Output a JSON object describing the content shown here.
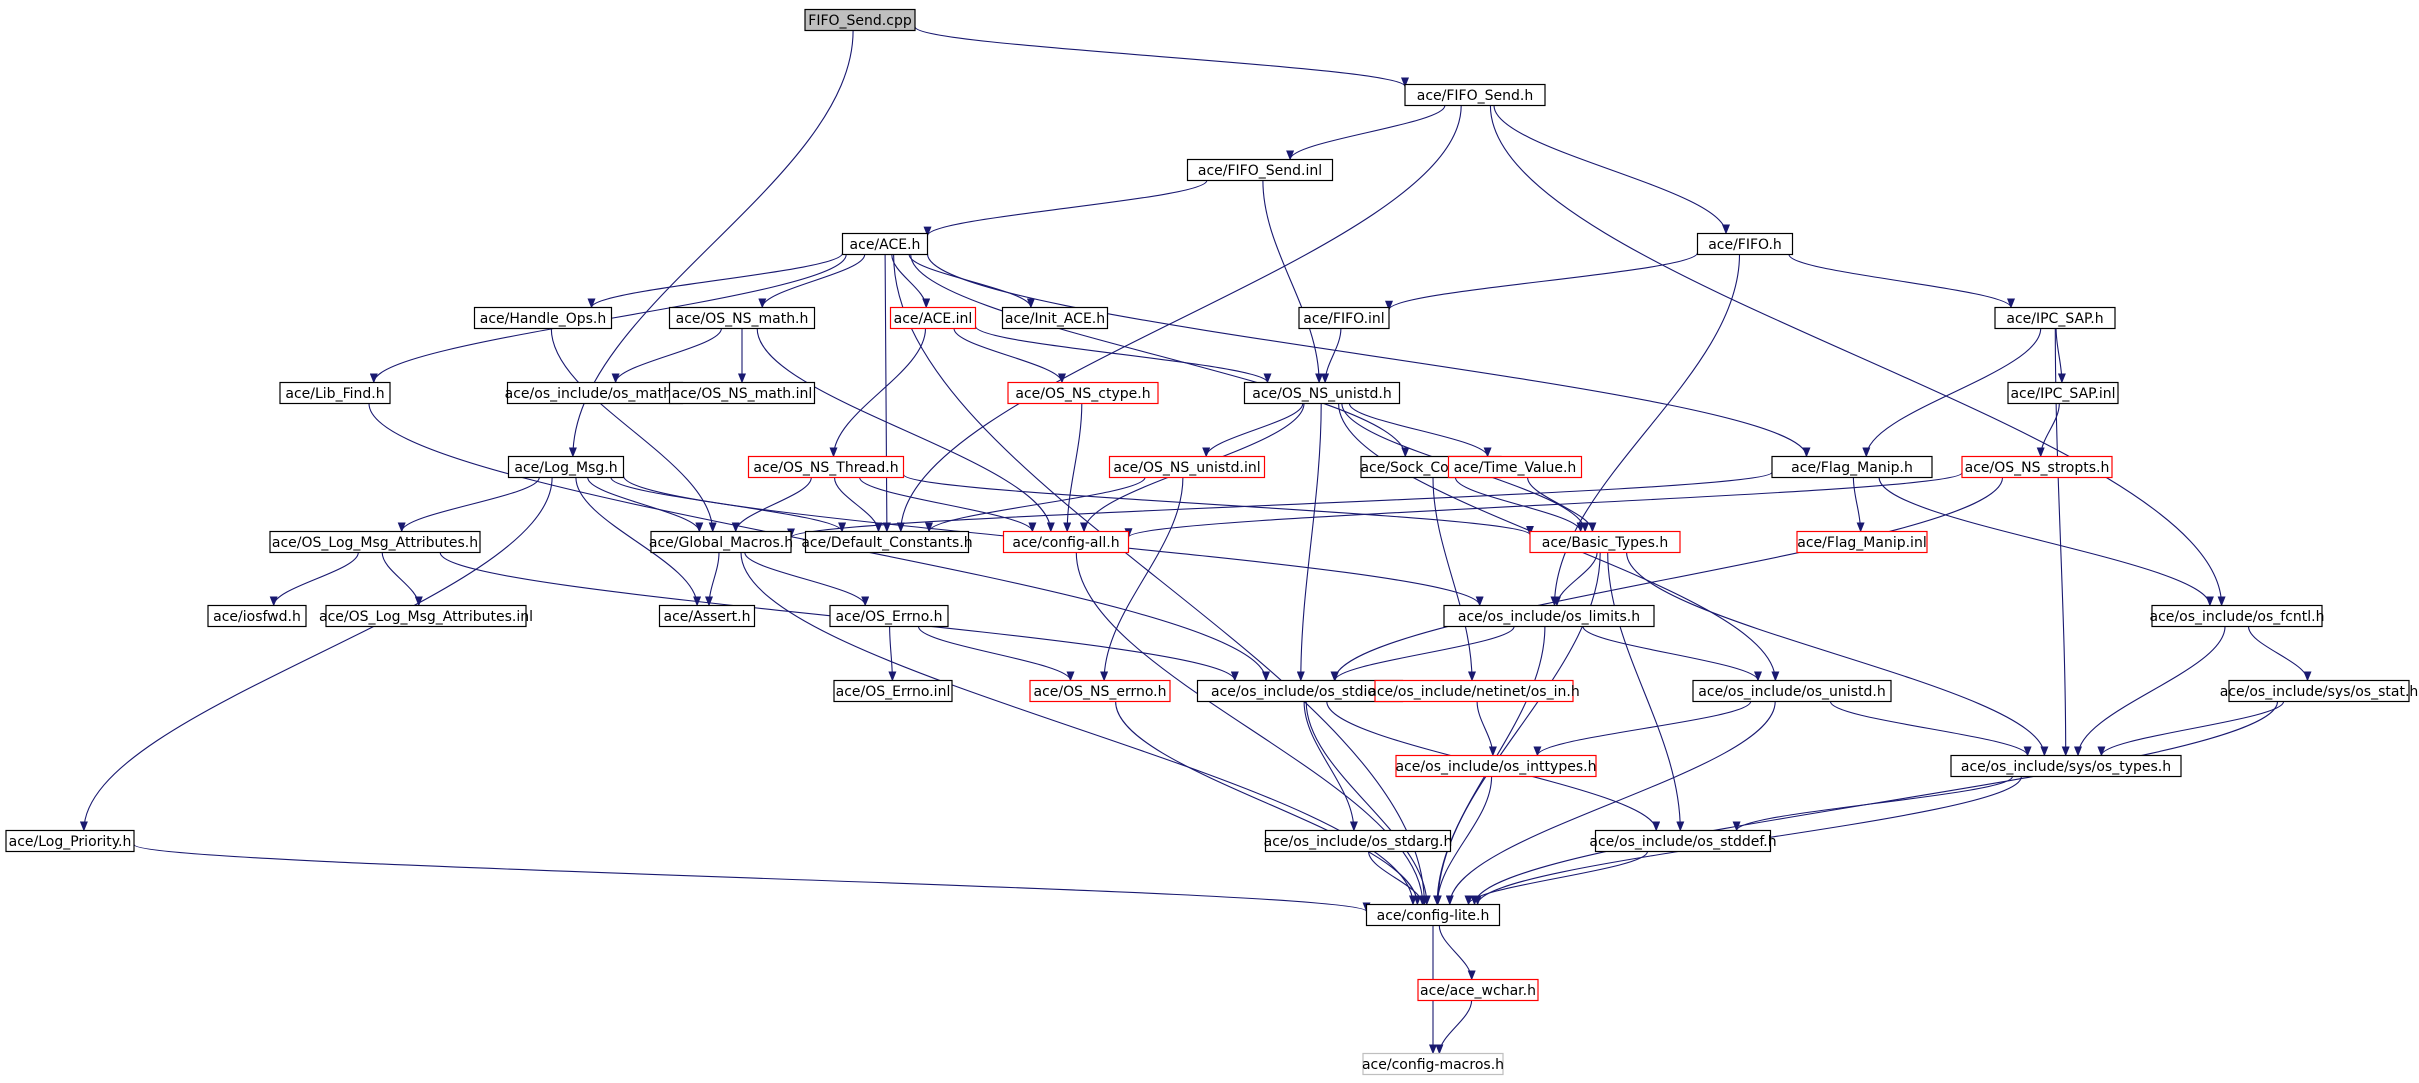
{
  "colors": {
    "edge": "#191970",
    "normal_border": "#000000",
    "incomplete_border": "#ff0000",
    "external_border": "#bfbfbf",
    "root_fill": "#bfbfbf",
    "text": "#000000"
  },
  "nodes": [
    {
      "id": "n1",
      "label": "FIFO_Send.cpp",
      "kind": "root"
    },
    {
      "id": "n2",
      "label": "ace/FIFO_Send.h",
      "kind": "normal"
    },
    {
      "id": "n3",
      "label": "ace/FIFO_Send.inl",
      "kind": "normal"
    },
    {
      "id": "n4",
      "label": "ace/ACE.h",
      "kind": "normal"
    },
    {
      "id": "n5",
      "label": "ace/FIFO.h",
      "kind": "normal"
    },
    {
      "id": "n6",
      "label": "ace/Handle_Ops.h",
      "kind": "normal"
    },
    {
      "id": "n7",
      "label": "ace/OS_NS_math.h",
      "kind": "normal"
    },
    {
      "id": "n8",
      "label": "ace/ACE.inl",
      "kind": "incomplete"
    },
    {
      "id": "n9",
      "label": "ace/Init_ACE.h",
      "kind": "normal"
    },
    {
      "id": "n10",
      "label": "ace/FIFO.inl",
      "kind": "normal"
    },
    {
      "id": "n11",
      "label": "ace/IPC_SAP.h",
      "kind": "normal"
    },
    {
      "id": "n12",
      "label": "ace/Lib_Find.h",
      "kind": "normal"
    },
    {
      "id": "n13",
      "label": "ace/os_include/os_math.h",
      "kind": "normal"
    },
    {
      "id": "n14",
      "label": "ace/OS_NS_math.inl",
      "kind": "normal"
    },
    {
      "id": "n15",
      "label": "ace/OS_NS_ctype.h",
      "kind": "incomplete"
    },
    {
      "id": "n16",
      "label": "ace/OS_NS_unistd.h",
      "kind": "normal"
    },
    {
      "id": "n17",
      "label": "ace/IPC_SAP.inl",
      "kind": "normal"
    },
    {
      "id": "n18",
      "label": "ace/Log_Msg.h",
      "kind": "normal"
    },
    {
      "id": "n19",
      "label": "ace/OS_NS_Thread.h",
      "kind": "incomplete"
    },
    {
      "id": "n20",
      "label": "ace/OS_NS_unistd.inl",
      "kind": "incomplete"
    },
    {
      "id": "n21",
      "label": "ace/Sock_Connect.h",
      "kind": "normal"
    },
    {
      "id": "n22",
      "label": "ace/Time_Value.h",
      "kind": "incomplete"
    },
    {
      "id": "n23",
      "label": "ace/Flag_Manip.h",
      "kind": "normal"
    },
    {
      "id": "n24",
      "label": "ace/OS_NS_stropts.h",
      "kind": "incomplete"
    },
    {
      "id": "n25",
      "label": "ace/OS_Log_Msg_Attributes.h",
      "kind": "normal"
    },
    {
      "id": "n26",
      "label": "ace/Global_Macros.h",
      "kind": "normal"
    },
    {
      "id": "n27",
      "label": "ace/Default_Constants.h",
      "kind": "normal"
    },
    {
      "id": "n28",
      "label": "ace/config-all.h",
      "kind": "incomplete"
    },
    {
      "id": "n29",
      "label": "ace/Basic_Types.h",
      "kind": "incomplete"
    },
    {
      "id": "n30",
      "label": "ace/Flag_Manip.inl",
      "kind": "incomplete"
    },
    {
      "id": "n31",
      "label": "ace/iosfwd.h",
      "kind": "normal"
    },
    {
      "id": "n32",
      "label": "ace/OS_Log_Msg_Attributes.inl",
      "kind": "normal"
    },
    {
      "id": "n33",
      "label": "ace/Assert.h",
      "kind": "normal"
    },
    {
      "id": "n34",
      "label": "ace/OS_Errno.h",
      "kind": "normal"
    },
    {
      "id": "n35",
      "label": "ace/os_include/os_limits.h",
      "kind": "normal"
    },
    {
      "id": "n36",
      "label": "ace/os_include/os_fcntl.h",
      "kind": "normal"
    },
    {
      "id": "n37",
      "label": "ace/OS_Errno.inl",
      "kind": "normal"
    },
    {
      "id": "n38",
      "label": "ace/OS_NS_errno.h",
      "kind": "incomplete"
    },
    {
      "id": "n39",
      "label": "ace/os_include/os_stdio.h",
      "kind": "normal"
    },
    {
      "id": "n40",
      "label": "ace/os_include/netinet/os_in.h",
      "kind": "incomplete"
    },
    {
      "id": "n41",
      "label": "ace/os_include/os_unistd.h",
      "kind": "normal"
    },
    {
      "id": "n42",
      "label": "ace/os_include/sys/os_stat.h",
      "kind": "normal"
    },
    {
      "id": "n43",
      "label": "ace/os_include/os_inttypes.h",
      "kind": "incomplete"
    },
    {
      "id": "n44",
      "label": "ace/os_include/sys/os_types.h",
      "kind": "normal"
    },
    {
      "id": "n45",
      "label": "ace/Log_Priority.h",
      "kind": "normal"
    },
    {
      "id": "n46",
      "label": "ace/os_include/os_stdarg.h",
      "kind": "normal"
    },
    {
      "id": "n47",
      "label": "ace/os_include/os_stddef.h",
      "kind": "normal"
    },
    {
      "id": "n48",
      "label": "ace/config-lite.h",
      "kind": "normal"
    },
    {
      "id": "n49",
      "label": "ace/ace_wchar.h",
      "kind": "incomplete"
    },
    {
      "id": "n50",
      "label": "ace/config-macros.h",
      "kind": "external"
    }
  ],
  "edges": [
    [
      "n1",
      "n2"
    ],
    [
      "n1",
      "n18"
    ],
    [
      "n2",
      "n3"
    ],
    [
      "n2",
      "n5"
    ],
    [
      "n2",
      "n36"
    ],
    [
      "n2",
      "n27"
    ],
    [
      "n3",
      "n4"
    ],
    [
      "n3",
      "n16"
    ],
    [
      "n4",
      "n48"
    ],
    [
      "n4",
      "n12"
    ],
    [
      "n4",
      "n6"
    ],
    [
      "n4",
      "n7"
    ],
    [
      "n4",
      "n8"
    ],
    [
      "n4",
      "n9"
    ],
    [
      "n4",
      "n21"
    ],
    [
      "n4",
      "n23"
    ],
    [
      "n4",
      "n27"
    ],
    [
      "n5",
      "n10"
    ],
    [
      "n5",
      "n11"
    ],
    [
      "n5",
      "n35"
    ],
    [
      "n6",
      "n26"
    ],
    [
      "n7",
      "n13"
    ],
    [
      "n7",
      "n14"
    ],
    [
      "n7",
      "n28"
    ],
    [
      "n8",
      "n16"
    ],
    [
      "n8",
      "n15"
    ],
    [
      "n8",
      "n19"
    ],
    [
      "n10",
      "n16"
    ],
    [
      "n11",
      "n17"
    ],
    [
      "n11",
      "n23"
    ],
    [
      "n11",
      "n44"
    ],
    [
      "n12",
      "n39"
    ],
    [
      "n15",
      "n28"
    ],
    [
      "n16",
      "n20"
    ],
    [
      "n16",
      "n22"
    ],
    [
      "n16",
      "n29"
    ],
    [
      "n16",
      "n41"
    ],
    [
      "n16",
      "n39"
    ],
    [
      "n16",
      "n28"
    ],
    [
      "n17",
      "n24"
    ],
    [
      "n18",
      "n45"
    ],
    [
      "n18",
      "n25"
    ],
    [
      "n18",
      "n26"
    ],
    [
      "n18",
      "n27"
    ],
    [
      "n18",
      "n33"
    ],
    [
      "n18",
      "n35"
    ],
    [
      "n19",
      "n26"
    ],
    [
      "n19",
      "n27"
    ],
    [
      "n19",
      "n28"
    ],
    [
      "n19",
      "n29"
    ],
    [
      "n20",
      "n27"
    ],
    [
      "n20",
      "n38"
    ],
    [
      "n21",
      "n29"
    ],
    [
      "n21",
      "n40"
    ],
    [
      "n22",
      "n29"
    ],
    [
      "n23",
      "n26"
    ],
    [
      "n23",
      "n30"
    ],
    [
      "n23",
      "n36"
    ],
    [
      "n24",
      "n28"
    ],
    [
      "n24",
      "n39"
    ],
    [
      "n25",
      "n31"
    ],
    [
      "n25",
      "n32"
    ],
    [
      "n25",
      "n39"
    ],
    [
      "n26",
      "n33"
    ],
    [
      "n26",
      "n34"
    ],
    [
      "n26",
      "n48"
    ],
    [
      "n28",
      "n48"
    ],
    [
      "n29",
      "n35"
    ],
    [
      "n29",
      "n44"
    ],
    [
      "n29",
      "n47"
    ],
    [
      "n29",
      "n48"
    ],
    [
      "n34",
      "n37"
    ],
    [
      "n34",
      "n38"
    ],
    [
      "n35",
      "n39"
    ],
    [
      "n35",
      "n41"
    ],
    [
      "n35",
      "n48"
    ],
    [
      "n36",
      "n44"
    ],
    [
      "n36",
      "n42"
    ],
    [
      "n38",
      "n48"
    ],
    [
      "n39",
      "n46"
    ],
    [
      "n39",
      "n47"
    ],
    [
      "n39",
      "n48"
    ],
    [
      "n40",
      "n43"
    ],
    [
      "n41",
      "n43"
    ],
    [
      "n41",
      "n44"
    ],
    [
      "n41",
      "n48"
    ],
    [
      "n42",
      "n44"
    ],
    [
      "n42",
      "n48"
    ],
    [
      "n43",
      "n48"
    ],
    [
      "n44",
      "n47"
    ],
    [
      "n44",
      "n48"
    ],
    [
      "n45",
      "n48"
    ],
    [
      "n46",
      "n48"
    ],
    [
      "n47",
      "n48"
    ],
    [
      "n48",
      "n49"
    ],
    [
      "n48",
      "n50"
    ],
    [
      "n49",
      "n50"
    ]
  ]
}
